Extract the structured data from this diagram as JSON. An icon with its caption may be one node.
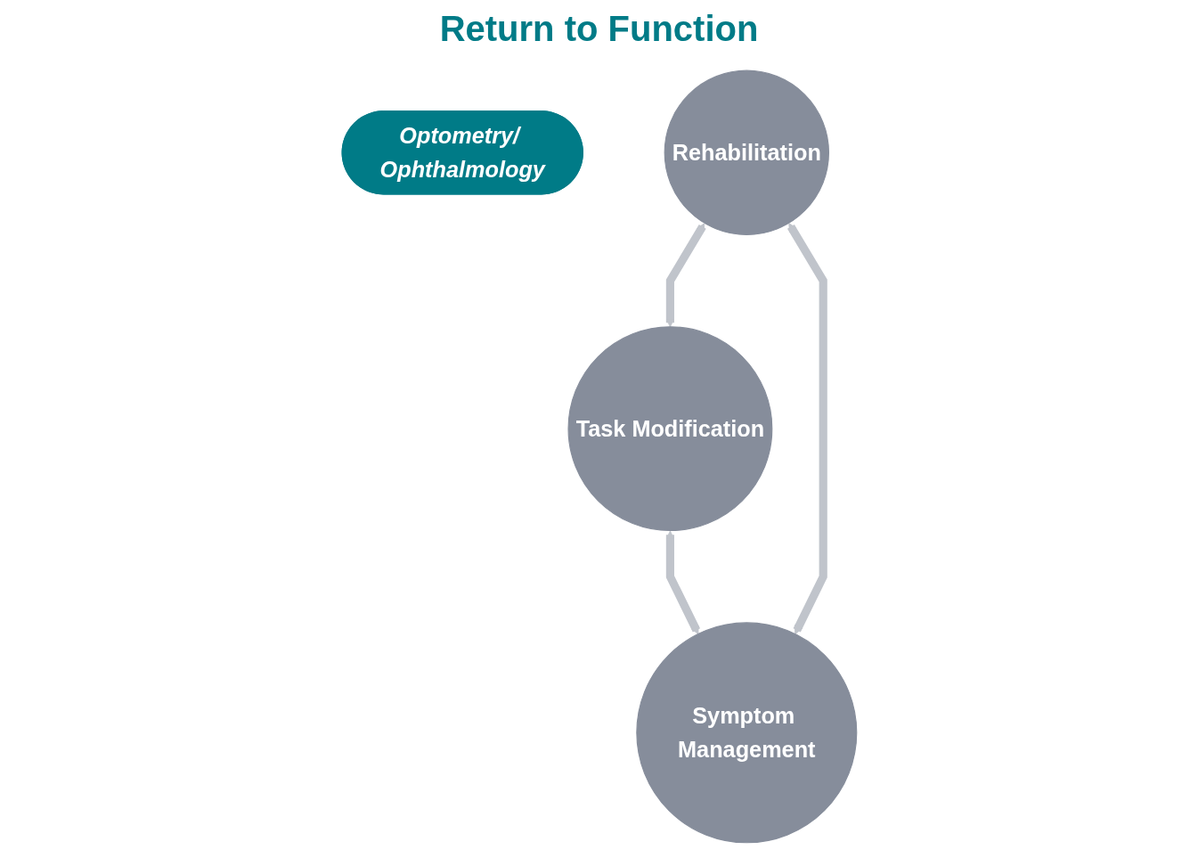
{
  "diagram": {
    "nodes": [
      {
        "text": [
          "Task Modification"
        ]
      },
      {
        "text": [
          "Optometry/ Ophthalmology"
        ]
      },
      {
        "text": [
          "Rehabilitation"
        ]
      },
      {
        "text": [
          "Symptom Management"
        ]
      }
    ],
    "edges": [
      {
        "from": 2,
        "to": 0,
        "arrow": "both"
      },
      {
        "from": 0,
        "to": 3,
        "arrow": "both"
      },
      {
        "from": 2,
        "to": 3,
        "arrow": "both"
      }
    ],
    "labels": [
      "Return to Function"
    ]
  }
}
